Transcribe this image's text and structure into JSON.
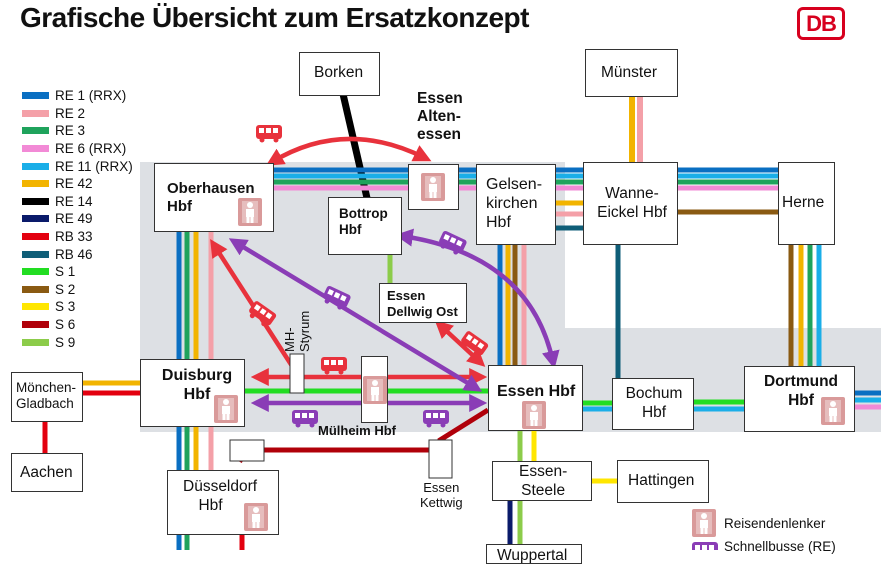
{
  "title": "Grafische Übersicht zum Ersatzkonzept",
  "logo": "DB",
  "legend": [
    {
      "label": "RE 1 (RRX)",
      "color": "#0a6fc2"
    },
    {
      "label": "RE 2",
      "color": "#f4a0a8"
    },
    {
      "label": "RE 3",
      "color": "#1fa35c"
    },
    {
      "label": "RE 6 (RRX)",
      "color": "#f28ad6"
    },
    {
      "label": "RE 11 (RRX)",
      "color": "#1aaee8"
    },
    {
      "label": "RE 42",
      "color": "#f2b400"
    },
    {
      "label": "RE 14",
      "color": "#000000"
    },
    {
      "label": "RE 49",
      "color": "#0a1a6a"
    },
    {
      "label": "RB 33",
      "color": "#e3000f"
    },
    {
      "label": "RB 46",
      "color": "#0f5e78"
    },
    {
      "label": "S 1",
      "color": "#22dd22"
    },
    {
      "label": "S 2",
      "color": "#8a5a12"
    },
    {
      "label": "S 3",
      "color": "#ffe600"
    },
    {
      "label": "S 6",
      "color": "#b0000a"
    },
    {
      "label": "S 9",
      "color": "#8ccc4a"
    }
  ],
  "stations": {
    "borken": "Borken",
    "muenster": "Münster",
    "altenessen": "Essen\nAlten-\nessen",
    "oberhausen": "Oberhausen\nHbf",
    "bottrop": "Bottrop\nHbf",
    "gelsenkirchen": "Gelsen-\nkirchen\nHbf",
    "wanne": "Wanne-\nEickel Hbf",
    "herne": "Herne",
    "dellwig": "Essen\nDellwig Ost",
    "mhstyrum": "MH-\nStyrum",
    "moenchengladbach": "Mönchen-\nGladbach",
    "duisburg": "Duisburg\nHbf",
    "muelheim": "Mülheim Hbf",
    "essen": "Essen Hbf",
    "bochum": "Bochum\nHbf",
    "dortmund": "Dortmund\nHbf",
    "aachen": "Aachen",
    "duesseldorf": "Düsseldorf\nHbf",
    "kettwig": "Essen\nKettwig",
    "steele": "Essen-\nSteele",
    "hattingen": "Hattingen",
    "wuppertal": "Wuppertal"
  },
  "key": {
    "guide": "Reisendenlenker",
    "bus": "Schnellbusse (RE)"
  },
  "colors": {
    "rail_bus_red": "#e8323c",
    "bus_purple": "#8a3db6",
    "closed_area": "#dde0e4",
    "guide_pink": "#d99a9a"
  }
}
